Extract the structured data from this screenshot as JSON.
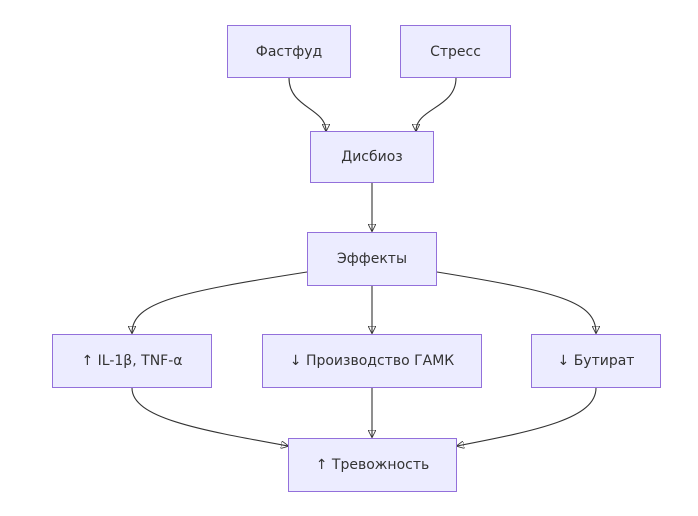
{
  "diagram": {
    "type": "flowchart",
    "nodes": [
      {
        "id": "fastfood",
        "label": "Фастфуд"
      },
      {
        "id": "stress",
        "label": "Стресс"
      },
      {
        "id": "dysbiosis",
        "label": "Дисбиоз"
      },
      {
        "id": "effects",
        "label": "Эффекты"
      },
      {
        "id": "cytokines",
        "label": "↑ IL-1β, TNF-α"
      },
      {
        "id": "gaba",
        "label": "↓ Производство ГАМК"
      },
      {
        "id": "butyrate",
        "label": "↓ Бутират"
      },
      {
        "id": "anxiety",
        "label": "↑ Тревожность"
      }
    ],
    "edges": [
      {
        "from": "fastfood",
        "to": "dysbiosis"
      },
      {
        "from": "stress",
        "to": "dysbiosis"
      },
      {
        "from": "dysbiosis",
        "to": "effects"
      },
      {
        "from": "effects",
        "to": "cytokines"
      },
      {
        "from": "effects",
        "to": "gaba"
      },
      {
        "from": "effects",
        "to": "butyrate"
      },
      {
        "from": "cytokines",
        "to": "anxiety"
      },
      {
        "from": "gaba",
        "to": "anxiety"
      },
      {
        "from": "butyrate",
        "to": "anxiety"
      }
    ],
    "colors": {
      "node_fill": "#ECECFF",
      "node_border": "#9370DB",
      "edge": "#333333",
      "text": "#333333"
    }
  }
}
